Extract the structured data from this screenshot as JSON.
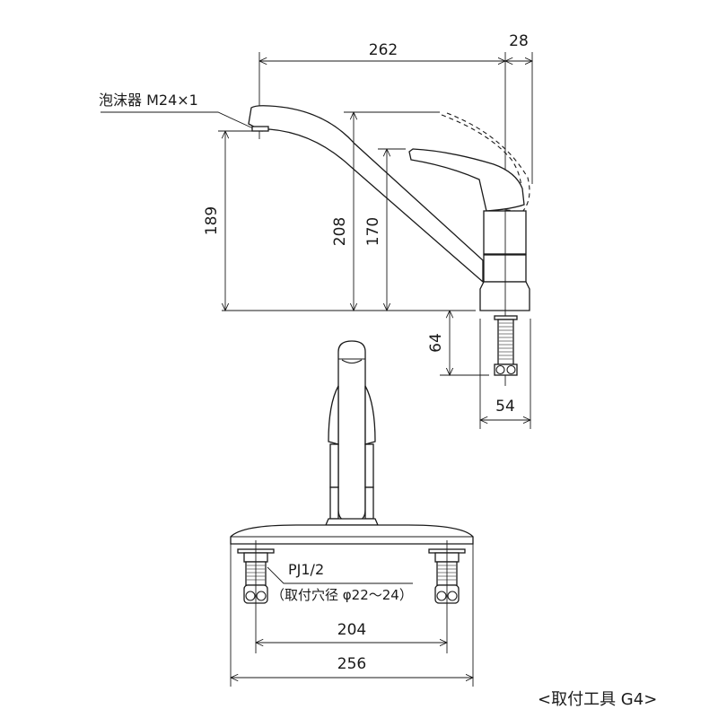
{
  "diagram": {
    "title": "<取付工具 G4>",
    "side_view": {
      "aerator_label": "泡沫器 M24×1",
      "dimensions": {
        "spout_reach": "262",
        "lever_offset": "28",
        "spout_height": "189",
        "lever_top_height": "208",
        "body_height": "170",
        "shank_length": "64",
        "base_diameter": "54"
      }
    },
    "front_view": {
      "thread_label": "PJ1/2",
      "hole_label": "（取付穴径 φ22～24）",
      "dimensions": {
        "shank_spacing": "204",
        "plate_width": "256"
      }
    },
    "colors": {
      "line": "#1a1a1a",
      "background": "#ffffff"
    }
  }
}
